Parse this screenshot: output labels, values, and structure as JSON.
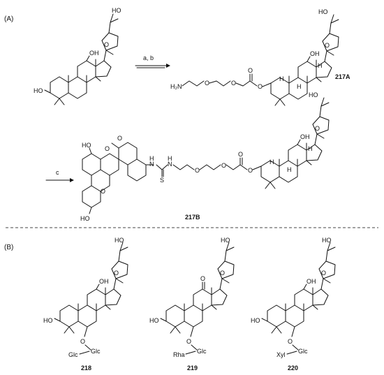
{
  "panels": {
    "A": {
      "label": "(A)"
    },
    "B": {
      "label": "(B)"
    }
  },
  "reagents": {
    "step1": "a, b",
    "step2": "c"
  },
  "compounds": {
    "c217A": "217A",
    "c217B": "217B",
    "c218": "218",
    "c219": "219",
    "c220": "220"
  },
  "atoms": {
    "ho": "HO",
    "oh": "OH",
    "o": "O",
    "h": "H",
    "s": "S",
    "nh": "H",
    "n": "N",
    "h2n": "H₂N",
    "glc": "Glc",
    "rha": "Rha",
    "xyl": "Xyl"
  }
}
